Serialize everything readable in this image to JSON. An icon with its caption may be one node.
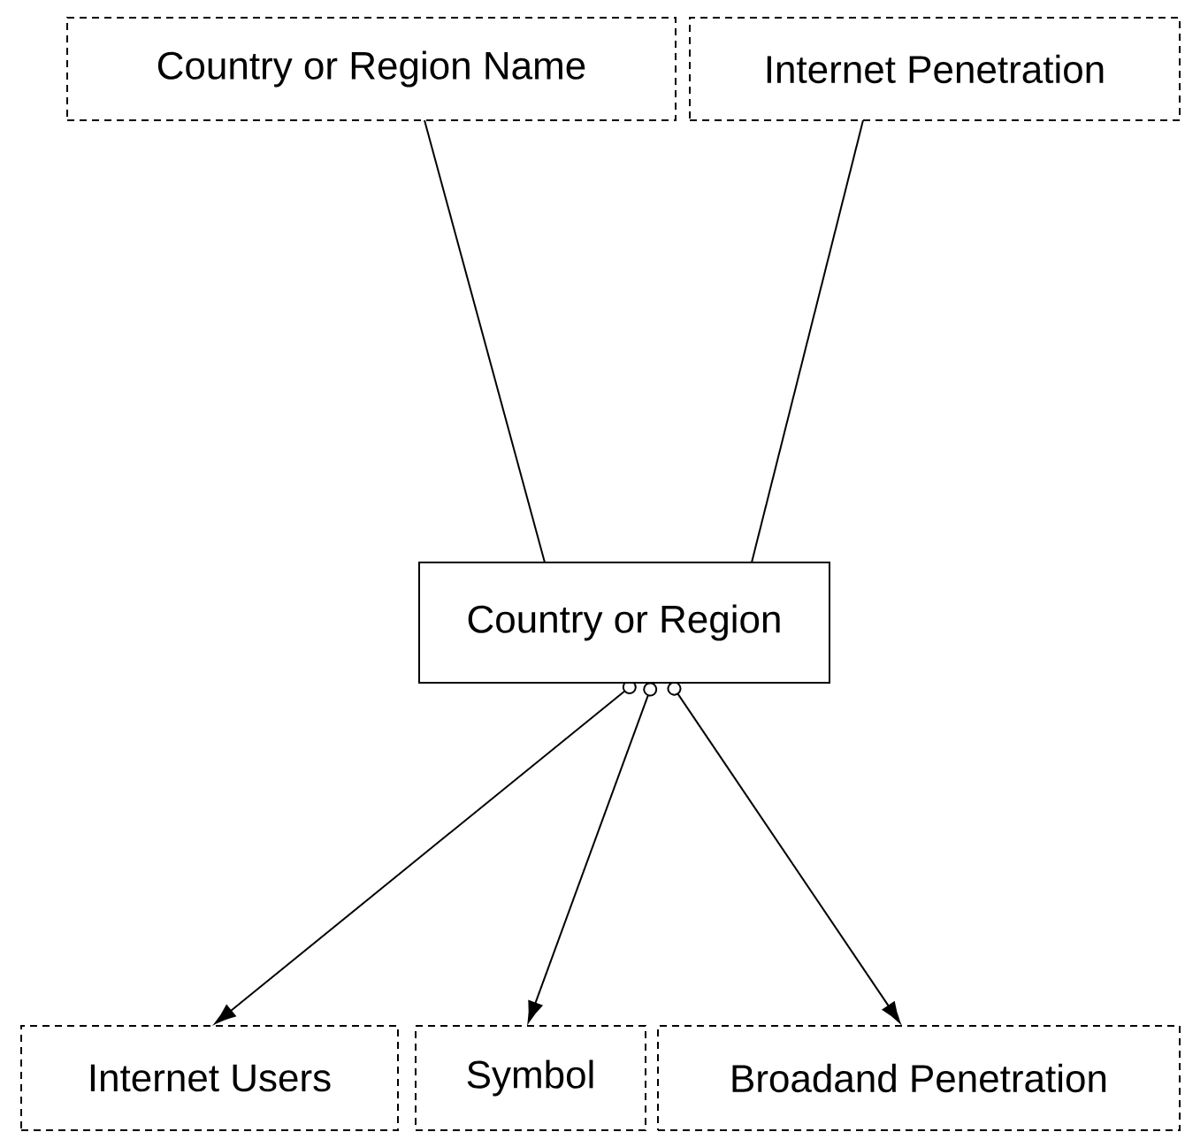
{
  "diagram": {
    "nodes": [
      {
        "text": [
          "Country or Region Name"
        ]
      },
      {
        "text": [
          "Internet Penetration"
        ]
      },
      {
        "text": [
          "Country or Region"
        ]
      },
      {
        "text": [
          "Internet Users"
        ]
      },
      {
        "text": [
          "Symbol"
        ]
      },
      {
        "text": [
          "Broadand Penetration"
        ]
      }
    ],
    "edges": [
      {
        "from": 0,
        "to": 2,
        "arrow": "none"
      },
      {
        "from": 1,
        "to": 2,
        "arrow": "none"
      },
      {
        "from": 2,
        "to": 3,
        "arrow": "to"
      },
      {
        "from": 2,
        "to": 4,
        "arrow": "to"
      },
      {
        "from": 2,
        "to": 5,
        "arrow": "to"
      }
    ]
  }
}
